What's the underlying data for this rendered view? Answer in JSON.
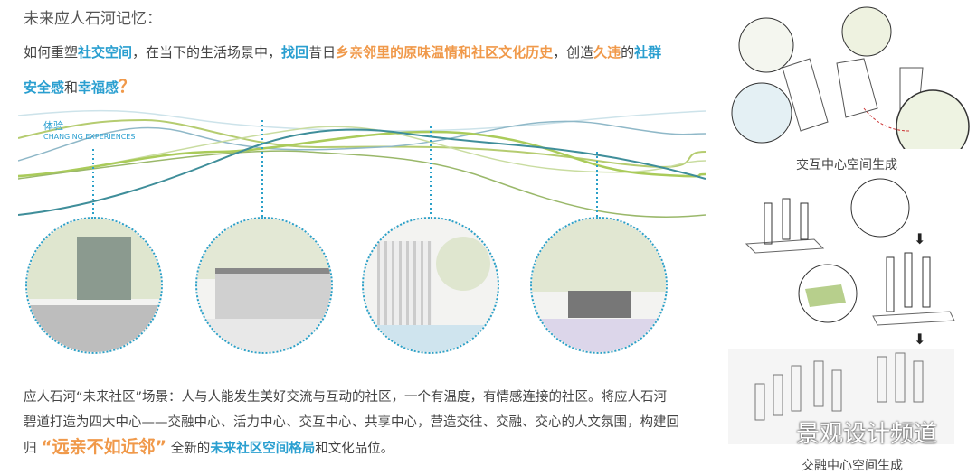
{
  "title": "未来应人石河记忆：",
  "question": {
    "p1": "如何重塑",
    "h1": "社交空间",
    "p2": "，在当下的生活场景中，",
    "h2": "找回",
    "p3": "昔日",
    "h3": "乡亲邻里的原味温情和社区文化历史",
    "p4": "，创造",
    "h4": "久违",
    "p5": "的",
    "h5": "社群",
    "h6": "安全感",
    "p6": "和",
    "h7": "幸福感",
    "h8": "？"
  },
  "diagram": {
    "label_cn": "体验",
    "label_en": "CHANGING EXPERIENCES"
  },
  "body": {
    "line1": "应人石河“未来社区”场景：人与人能发生美好交流与互动的社区，一个有温度，有情感连接的社区。将应人石河",
    "line2": "碧道打造为四大中心——交融中心、活力中心、交互中心、共享中心，营造交往、交融、交心的人文氛围，构建回",
    "p1": "归",
    "quote": "“远亲不如近邻”",
    "p2": "全新的",
    "h1": "未来社区空间格局",
    "p3": "和文化品位。"
  },
  "right": {
    "caption1": "交互中心空间生成",
    "caption2": "交融中心空间生成",
    "watermark": "景观设计频道"
  },
  "colors": {
    "blue": "#2a9fd0",
    "orange": "#f0994a"
  }
}
